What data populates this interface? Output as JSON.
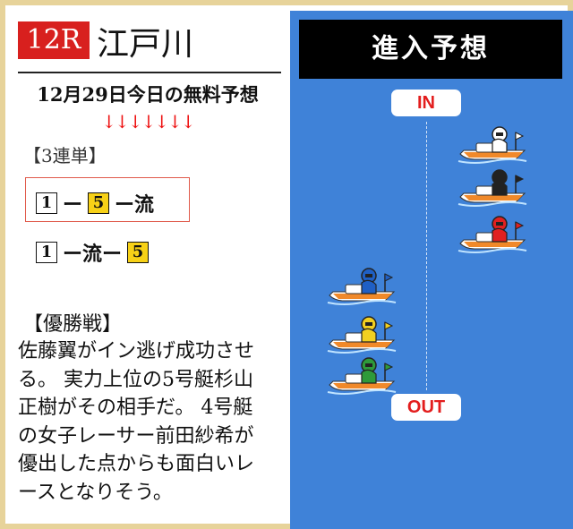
{
  "race": {
    "number": "12R",
    "venue": "江戸川"
  },
  "header": {
    "free_title": "12月29日今日の無料予想",
    "arrows": "↓↓↓↓↓↓↓"
  },
  "bet": {
    "type": "【3連単】",
    "pick1": {
      "first": "1",
      "dash1": "ー",
      "second": "5",
      "rest": "ー流"
    },
    "pick2": {
      "first": "1",
      "mid": "ー流ー",
      "third": "5"
    }
  },
  "comment": {
    "heading": "【優勝戦】",
    "lines": [
      "佐藤翼がイン逃げ成功させ",
      "る。 実力上位の5号艇杉山",
      "正樹がその相手だ。 4号艇",
      "の女子レーサー前田紗希が",
      "優出した点からも面白いレ",
      "ースとなりそう。"
    ]
  },
  "panel": {
    "title": "進入予想",
    "in_label": "IN",
    "out_label": "OUT"
  },
  "boats": [
    {
      "lane": "1",
      "color": "#ffffff",
      "side": "in"
    },
    {
      "lane": "2",
      "color": "#222222",
      "side": "in"
    },
    {
      "lane": "3",
      "color": "#e02020",
      "side": "in"
    },
    {
      "lane": "4",
      "color": "#1f5fc4",
      "side": "out"
    },
    {
      "lane": "5",
      "color": "#f2d020",
      "side": "out"
    },
    {
      "lane": "6",
      "color": "#2e9a3a",
      "side": "out"
    }
  ]
}
